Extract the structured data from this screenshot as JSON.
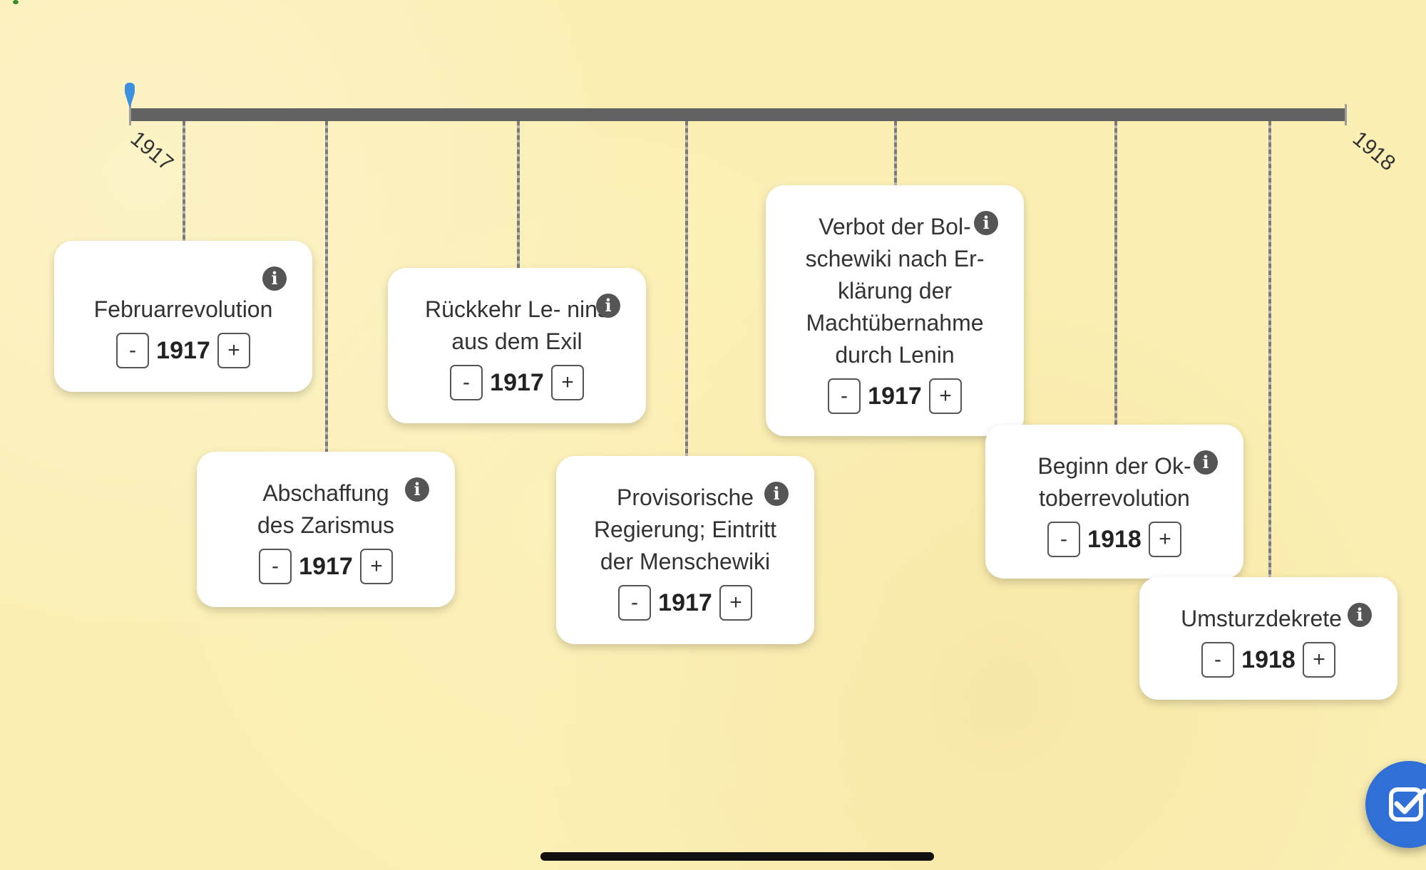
{
  "timeline": {
    "start_label": "1917",
    "end_label": "1918"
  },
  "cards": [
    {
      "title": "Februarrevolution",
      "year": "1917"
    },
    {
      "title": "Abschaffung des Zarismus",
      "year": "1917"
    },
    {
      "title": "Rückkehr Le- nins aus dem Exil",
      "year": "1917"
    },
    {
      "title": "Provisorische Regierung; Eintritt der Menschewiki",
      "year": "1917"
    },
    {
      "title": "Verbot der Bol- schewiki nach Er- klärung der Machtübernahme durch Lenin",
      "year": "1917"
    },
    {
      "title": "Beginn der Ok- toberrevolution",
      "year": "1918"
    },
    {
      "title": "Umsturzdekrete",
      "year": "1918"
    }
  ],
  "controls": {
    "minus": "-",
    "plus": "+",
    "info": "i"
  },
  "icons": {
    "info": "info-icon",
    "pin": "pin-marker-icon",
    "check": "checkbox-check-icon"
  },
  "colors": {
    "background": "#fbefb4",
    "axis": "#626262",
    "pin": "#3d8fe0",
    "check_button": "#2f6fd6"
  }
}
